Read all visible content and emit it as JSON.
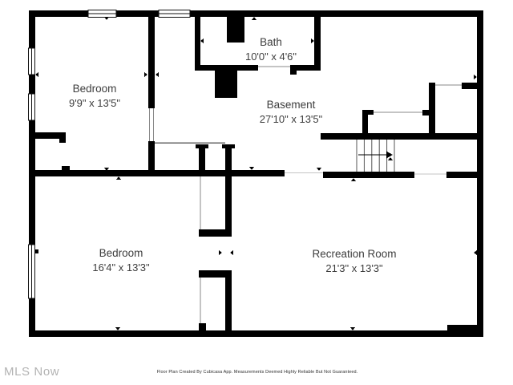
{
  "watermark": "MLS Now",
  "footer": "Floor Plan Created By Cubicasa App. Measurements Deemed Highly Reliable But Not Guaranteed.",
  "rooms": [
    {
      "name": "Bedroom",
      "dims": "9'9\" x 13'5\""
    },
    {
      "name": "Bath",
      "dims": "10'0\" x 4'6\""
    },
    {
      "name": "Basement",
      "dims": "27'10\" x 13'5\""
    },
    {
      "name": "Bedroom",
      "dims": "16'4\" x 13'3\""
    },
    {
      "name": "Recreation Room",
      "dims": "21'3\" x 13'3\""
    }
  ],
  "colors": {
    "wall": "#000000",
    "label": "#3d3d3d",
    "watermark": "#b3b3b3",
    "background": "#ffffff"
  }
}
